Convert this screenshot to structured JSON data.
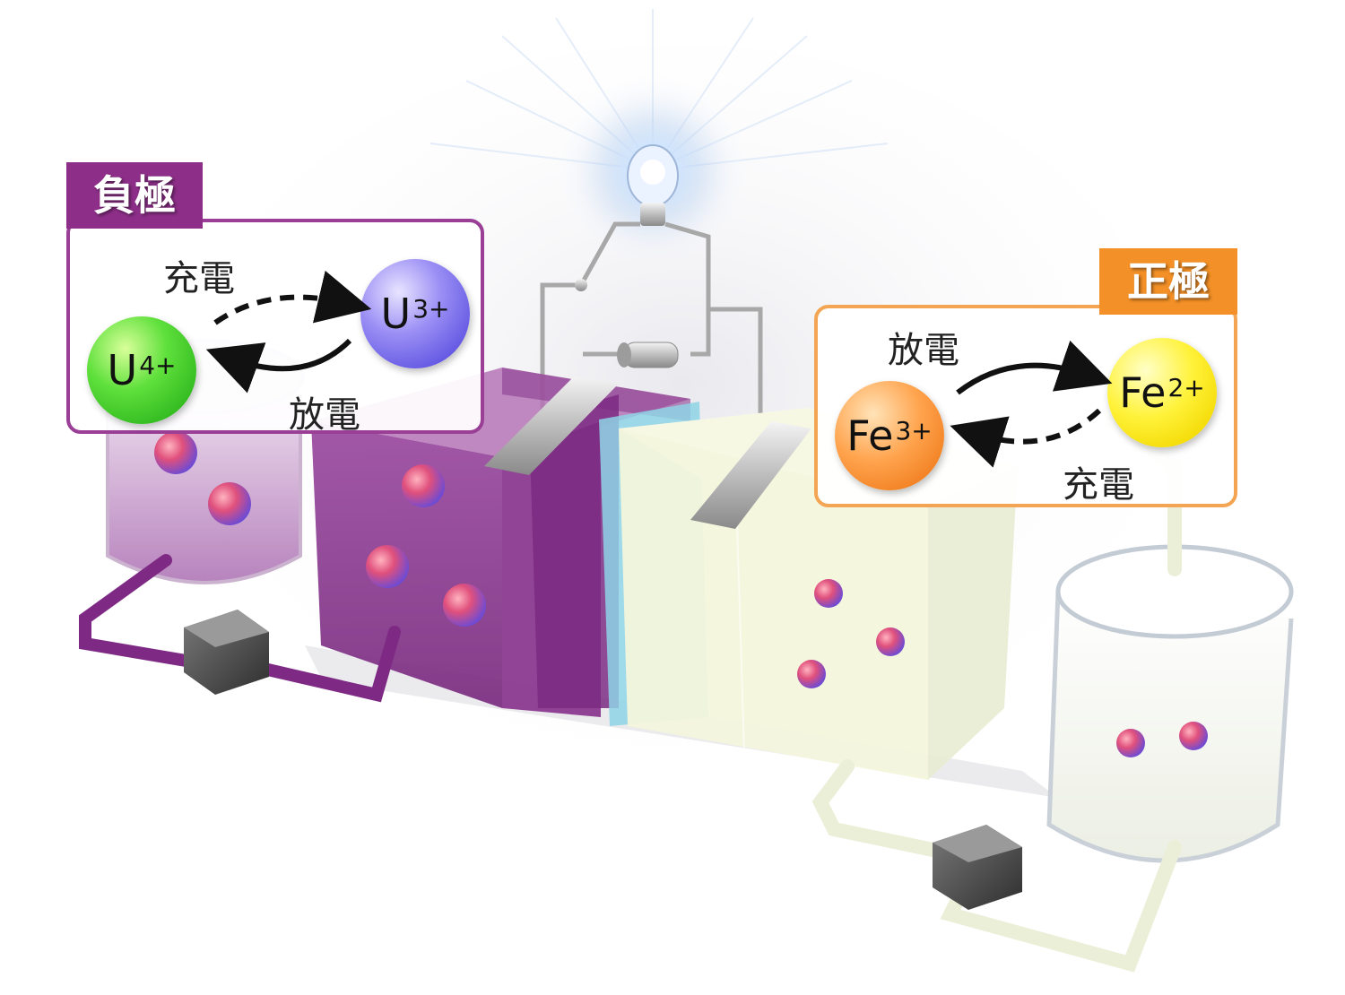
{
  "negative_electrode": {
    "tag": "負極",
    "charge_label": "充電",
    "discharge_label": "放電",
    "ion_reduced": {
      "symbol": "U",
      "charge": "3+"
    },
    "ion_oxidized": {
      "symbol": "U",
      "charge": "4+"
    }
  },
  "positive_electrode": {
    "tag": "正極",
    "charge_label": "充電",
    "discharge_label": "放電",
    "ion_reduced": {
      "symbol": "Fe",
      "charge": "2+"
    },
    "ion_oxidized": {
      "symbol": "Fe",
      "charge": "3+"
    }
  },
  "colors": {
    "negative_accent": "#8d2f88",
    "positive_accent": "#f39027",
    "anolyte": "#7e2a85",
    "catholyte": "#f3f4dc",
    "membrane": "#8ed3e6"
  }
}
